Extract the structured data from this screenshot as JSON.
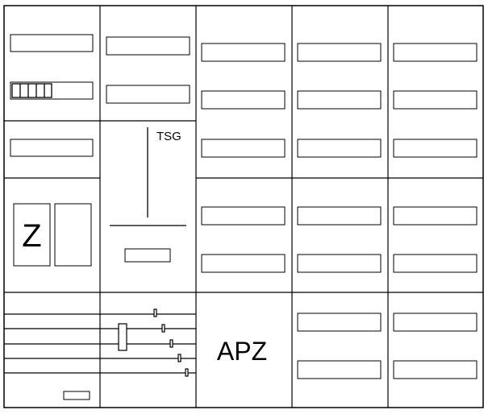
{
  "labels": {
    "meter_symbol": "Z",
    "tsg": "TSG",
    "apz": "APZ"
  },
  "colors": {
    "line": "#000000",
    "background": "#ffffff"
  }
}
